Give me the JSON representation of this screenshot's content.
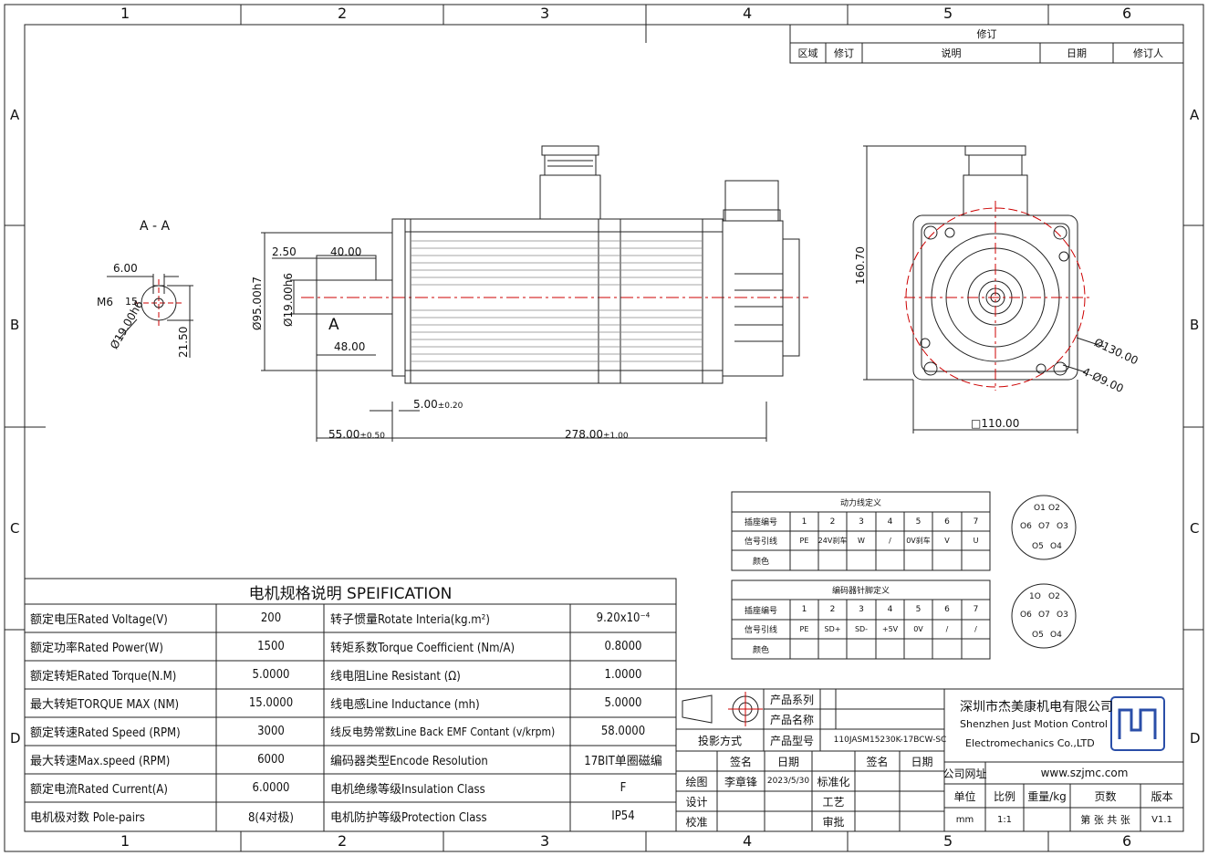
{
  "zones": {
    "cols": [
      "1",
      "2",
      "3",
      "4",
      "5",
      "6"
    ],
    "rows": [
      "A",
      "B",
      "C",
      "D"
    ]
  },
  "revision": {
    "title": "修订",
    "headers": [
      "区域",
      "修订",
      "说明",
      "日期",
      "修订人"
    ]
  },
  "dims": {
    "section_label": "A - A",
    "d_600": "6.00",
    "d_m6": "M6",
    "d_m6_depth": "15",
    "d_19h6_sec": "Ø19.00h6",
    "d_2150": "21.50",
    "d_250": "2.50",
    "d_4000": "40.00",
    "d_95h7": "Ø95.00h7",
    "d_19h6": "Ø19.00h6",
    "d_A": "A",
    "d_4800": "48.00",
    "d_500": "5.00",
    "d_500_tol": "±0.20",
    "d_5500": "55.00",
    "d_5500_tol": "±0.50",
    "d_27800": "278.00",
    "d_27800_tol": "±1.00",
    "d_16070": "160.70",
    "d_130": "Ø130.00",
    "d_4x9": "4-Ø9.00",
    "d_110": "□110.00"
  },
  "power_table": {
    "title": "动力线定义",
    "row_labels": [
      "插座编号",
      "信号引线",
      "颜色"
    ],
    "pins": [
      "1",
      "2",
      "3",
      "4",
      "5",
      "6",
      "7"
    ],
    "signals": [
      "PE",
      "24V刹车",
      "W",
      "/",
      "0V刹车",
      "V",
      "U"
    ]
  },
  "encoder_table": {
    "title": "编码器针脚定义",
    "row_labels": [
      "插座编号",
      "信号引线",
      "颜色"
    ],
    "pins": [
      "1",
      "2",
      "3",
      "4",
      "5",
      "6",
      "7"
    ],
    "signals": [
      "PE",
      "SD+",
      "SD-",
      "+5V",
      "0V",
      "/",
      "/"
    ]
  },
  "connector_power": [
    "O1",
    "O2",
    "O6",
    "O7",
    "O3",
    "O5",
    "O4"
  ],
  "connector_encoder": [
    "1O",
    "O2",
    "O6",
    "O7",
    "O3",
    "O5",
    "O4"
  ],
  "spec": {
    "title": "电机规格说明 SPEIFICATION",
    "rows": [
      {
        "k1": "额定电压Rated Voltage(V)",
        "v1": "200",
        "k2": "转子惯量Rotate Interia(kg.m²)",
        "v2": "9.20x10⁻⁴"
      },
      {
        "k1": "额定功率Rated Power(W)",
        "v1": "1500",
        "k2": "转矩系数Torque Coefficient (Nm/A)",
        "v2": "0.8000"
      },
      {
        "k1": "额定转矩Rated Torque(N.M)",
        "v1": "5.0000",
        "k2": "线电阻Line Resistant (Ω)",
        "v2": "1.0000"
      },
      {
        "k1": "最大转矩TORQUE MAX (NM)",
        "v1": "15.0000",
        "k2": "线电感Line Inductance (mh)",
        "v2": "5.0000"
      },
      {
        "k1": "额定转速Rated Speed (RPM)",
        "v1": "3000",
        "k2": "线反电势常数Line Back EMF Contant (v/krpm)",
        "v2": "58.0000"
      },
      {
        "k1": "最大转速Max.speed (RPM)",
        "v1": "6000",
        "k2": "编码器类型Encode Resolution",
        "v2": "17BIT单圈磁编"
      },
      {
        "k1": "额定电流Rated Current(A)",
        "v1": "6.0000",
        "k2": "电机绝缘等级Insulation Class",
        "v2": "F"
      },
      {
        "k1": "电机极对数 Pole-pairs",
        "v1": "8(4对极)",
        "k2": "电机防护等级Protection Class",
        "v2": "IP54"
      }
    ]
  },
  "title_block": {
    "projection": "投影方式",
    "product_series": "产品系列",
    "product_name": "产品名称",
    "product_model": "产品型号",
    "model_value": "110JASM15230K-17BCW-SC",
    "sign": "签名",
    "date": "日期",
    "sign2": "签名",
    "date2": "日期",
    "drawn": "绘图",
    "drawer": "李章锋",
    "drawn_date": "2023/5/30",
    "standard": "标准化",
    "design": "设计",
    "process": "工艺",
    "check": "校准",
    "approve": "审批",
    "company_cn": "深圳市杰美康机电有限公司",
    "company_en1": "Shenzhen Just Motion Control",
    "company_en2": "Electromechanics Co.,LTD",
    "website_label": "公司网址",
    "website": "www.szjmc.com",
    "unit_label": "单位",
    "unit": "mm",
    "scale_label": "比例",
    "scale": "1:1",
    "weight_label": "重量/kg",
    "pages_label": "页数",
    "pages": "第 张 共 张",
    "version_label": "版本",
    "version": "V1.1"
  }
}
